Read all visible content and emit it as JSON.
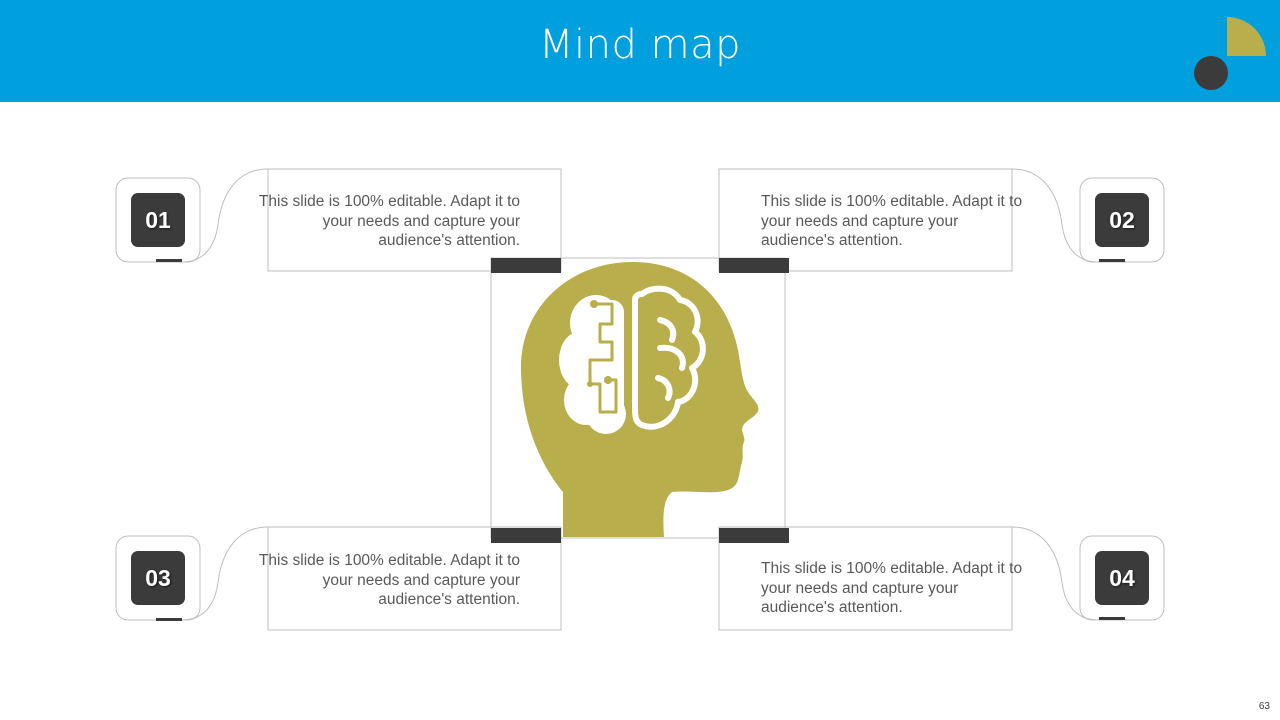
{
  "slide": {
    "title": "Mind map",
    "page_number": "63"
  },
  "items": [
    {
      "number": "01",
      "text": "This slide is 100% editable. Adapt it to your needs and capture your audience's attention."
    },
    {
      "number": "02",
      "text": "This slide is 100% editable. Adapt it to your needs and capture your audience's attention."
    },
    {
      "number": "03",
      "text": "This slide is 100% editable. Adapt it to your needs and capture your audience's attention."
    },
    {
      "number": "04",
      "text": "This slide is 100% editable. Adapt it to your needs and capture your audience's attention."
    }
  ],
  "center_icon": "brain-head-icon",
  "colors": {
    "header": "#009FDE",
    "accent": "#B9AE4C",
    "dark": "#3B3B3B",
    "text": "#595959",
    "outline": "#BFBFBF"
  }
}
